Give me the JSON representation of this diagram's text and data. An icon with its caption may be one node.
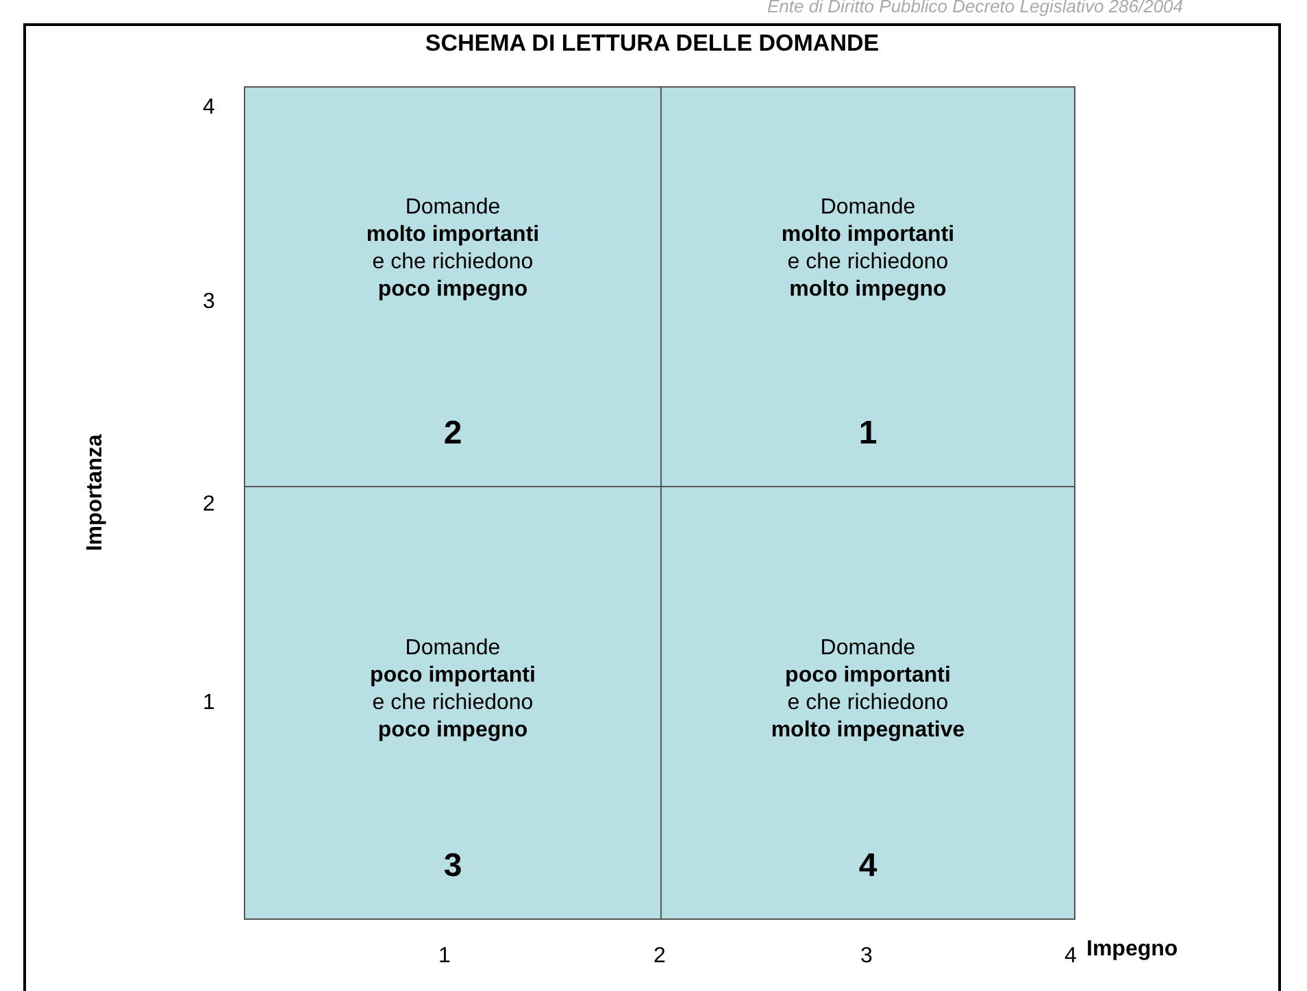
{
  "diagram": {
    "title": "SCHEMA DI LETTURA DELLE DOMANDE",
    "nodes": [
      {
        "text": [
          "Domande **molto importanti** e che richiedono **poco impegno**",
          "2"
        ]
      },
      {
        "text": [
          "Domande **molto importanti** e che richiedono **molto impegno**",
          "1"
        ]
      },
      {
        "text": [
          "Domande **poco importanti** e che richiedono **poco impegno**",
          "3"
        ]
      },
      {
        "text": [
          "Domande **poco importanti** e che richiedono **molto impegnative**",
          "4"
        ]
      }
    ],
    "labels": [
      "Ente di Diritto Pubblico Decreto Legislativo 286/2004",
      "4",
      "3",
      "Importanza",
      "2",
      "1",
      "1",
      "2",
      "3",
      "4",
      "Impegno"
    ]
  }
}
